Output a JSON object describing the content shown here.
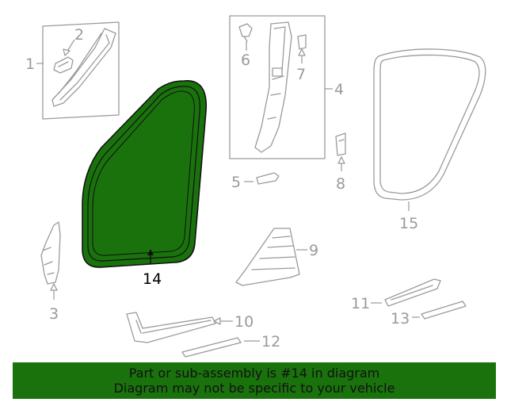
{
  "diagram": {
    "highlight_color": "#1a720d",
    "callouts": {
      "c1": "1",
      "c2": "2",
      "c3": "3",
      "c4": "4",
      "c5": "5",
      "c6": "6",
      "c7": "7",
      "c8": "8",
      "c9": "9",
      "c10": "10",
      "c11": "11",
      "c12": "12",
      "c13": "13",
      "c14": "14",
      "c15": "15"
    },
    "highlighted_part": "14"
  },
  "banner": {
    "line1": "Part or sub-assembly is #14 in diagram",
    "line2": "Diagram may not be specific to your vehicle"
  }
}
